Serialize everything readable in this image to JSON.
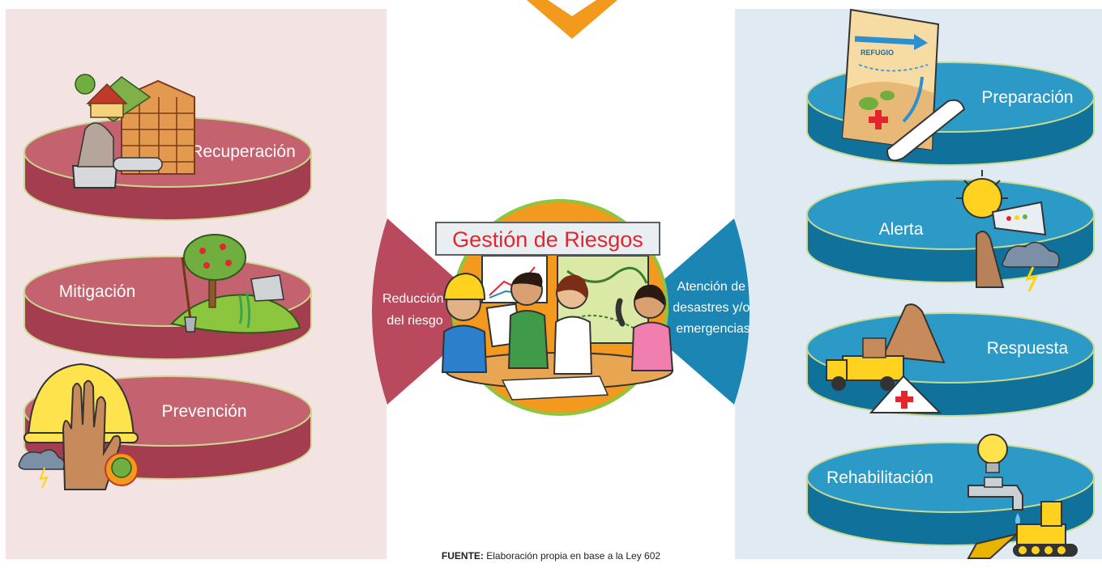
{
  "title": "Gestión de Riesgos",
  "left_wing": {
    "line1": "Reducción",
    "line2": "del riesgo"
  },
  "right_wing": {
    "line1": "Atención de",
    "line2": "desastres y/o",
    "line3": "emergencias"
  },
  "reduction_stages": [
    "Recuperación",
    "Mitigación",
    "Prevención"
  ],
  "attention_stages": [
    "Preparación",
    "Alerta",
    "Respuesta",
    "Rehabilitación"
  ],
  "map_label": "REFUGIO",
  "source": {
    "label": "FUENTE:",
    "text": " Elaboración propia en base a la Ley 602"
  },
  "colors": {
    "reduction": "#b94a5d",
    "reduction_panel": "#f3e3e3",
    "attention": "#1b86b4",
    "attention_panel": "#dfeaf2",
    "accent_orange": "#f39a1e",
    "title_red": "#e3262d"
  }
}
